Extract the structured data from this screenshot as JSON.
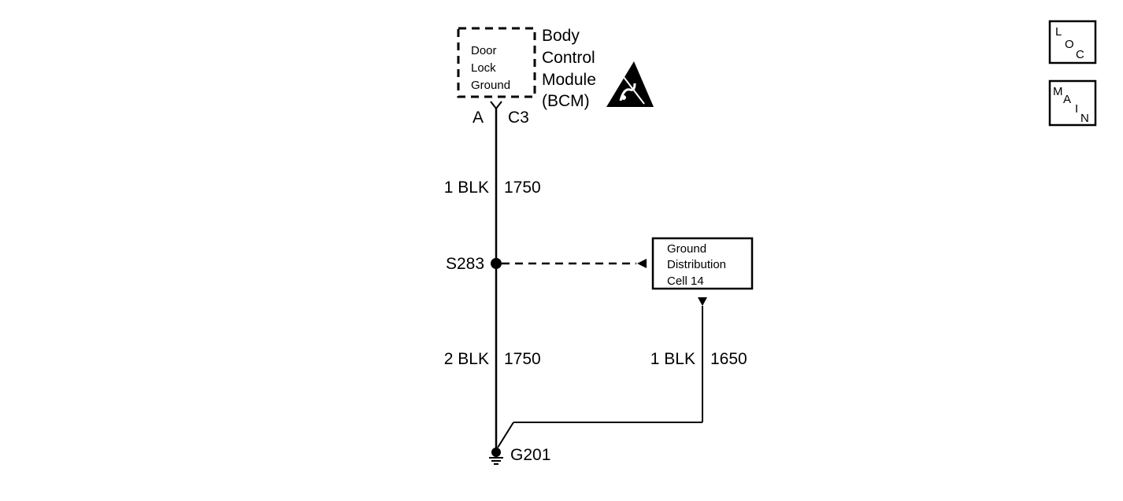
{
  "module": {
    "internal_box": [
      "Door",
      "Lock",
      "Ground"
    ],
    "name_lines": [
      "Body",
      "Control",
      "Module",
      "(BCM)"
    ],
    "esd_icon": "esd-sensitive-icon",
    "connector_pin": "A",
    "connector_id": "C3"
  },
  "wires": {
    "upper": {
      "size_color": "1 BLK",
      "circuit": "1750"
    },
    "lower": {
      "size_color": "2 BLK",
      "circuit": "1750"
    },
    "ground_lead": {
      "size_color": "1 BLK",
      "circuit": "1650"
    }
  },
  "splice": {
    "id": "S283"
  },
  "ground_distribution": {
    "lines": [
      "Ground",
      "Distribution",
      "Cell 14"
    ]
  },
  "ground": {
    "id": "G201"
  },
  "nav": {
    "loc": {
      "chars": [
        "L",
        "O",
        "C"
      ]
    },
    "main": {
      "chars": [
        "M",
        "A",
        "I",
        "N"
      ]
    }
  }
}
